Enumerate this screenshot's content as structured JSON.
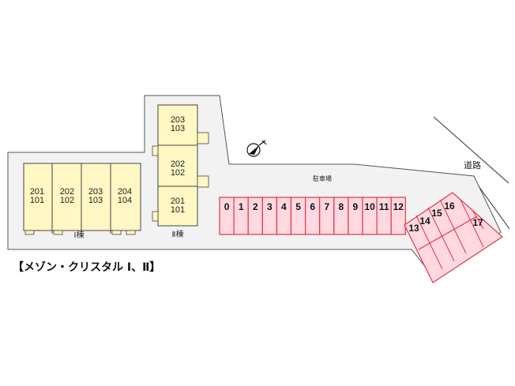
{
  "caption": "【メゾン・クリスタル Ⅰ、Ⅱ】",
  "building1": {
    "label": "Ⅰ棟",
    "units": [
      {
        "upper": "201",
        "lower": "101"
      },
      {
        "upper": "202",
        "lower": "102"
      },
      {
        "upper": "203",
        "lower": "103"
      },
      {
        "upper": "204",
        "lower": "104"
      }
    ]
  },
  "building2": {
    "label": "Ⅱ棟",
    "units": [
      {
        "upper": "203",
        "lower": "103"
      },
      {
        "upper": "202",
        "lower": "102"
      },
      {
        "upper": "201",
        "lower": "101"
      }
    ]
  },
  "parking": {
    "label": "駐車場",
    "row_stalls": [
      "0",
      "1",
      "2",
      "3",
      "4",
      "5",
      "6",
      "7",
      "8",
      "9",
      "10",
      "11",
      "12"
    ],
    "angled_stalls": [
      "13",
      "14",
      "15",
      "16",
      "17"
    ]
  },
  "road_label": "道路",
  "colors": {
    "site": "#f2f2f2",
    "building": "#fff7c4",
    "stall": "#ffd9df",
    "stall_border": "#e0344a"
  },
  "icons": {
    "north_arrow": "north-arrow-icon"
  }
}
